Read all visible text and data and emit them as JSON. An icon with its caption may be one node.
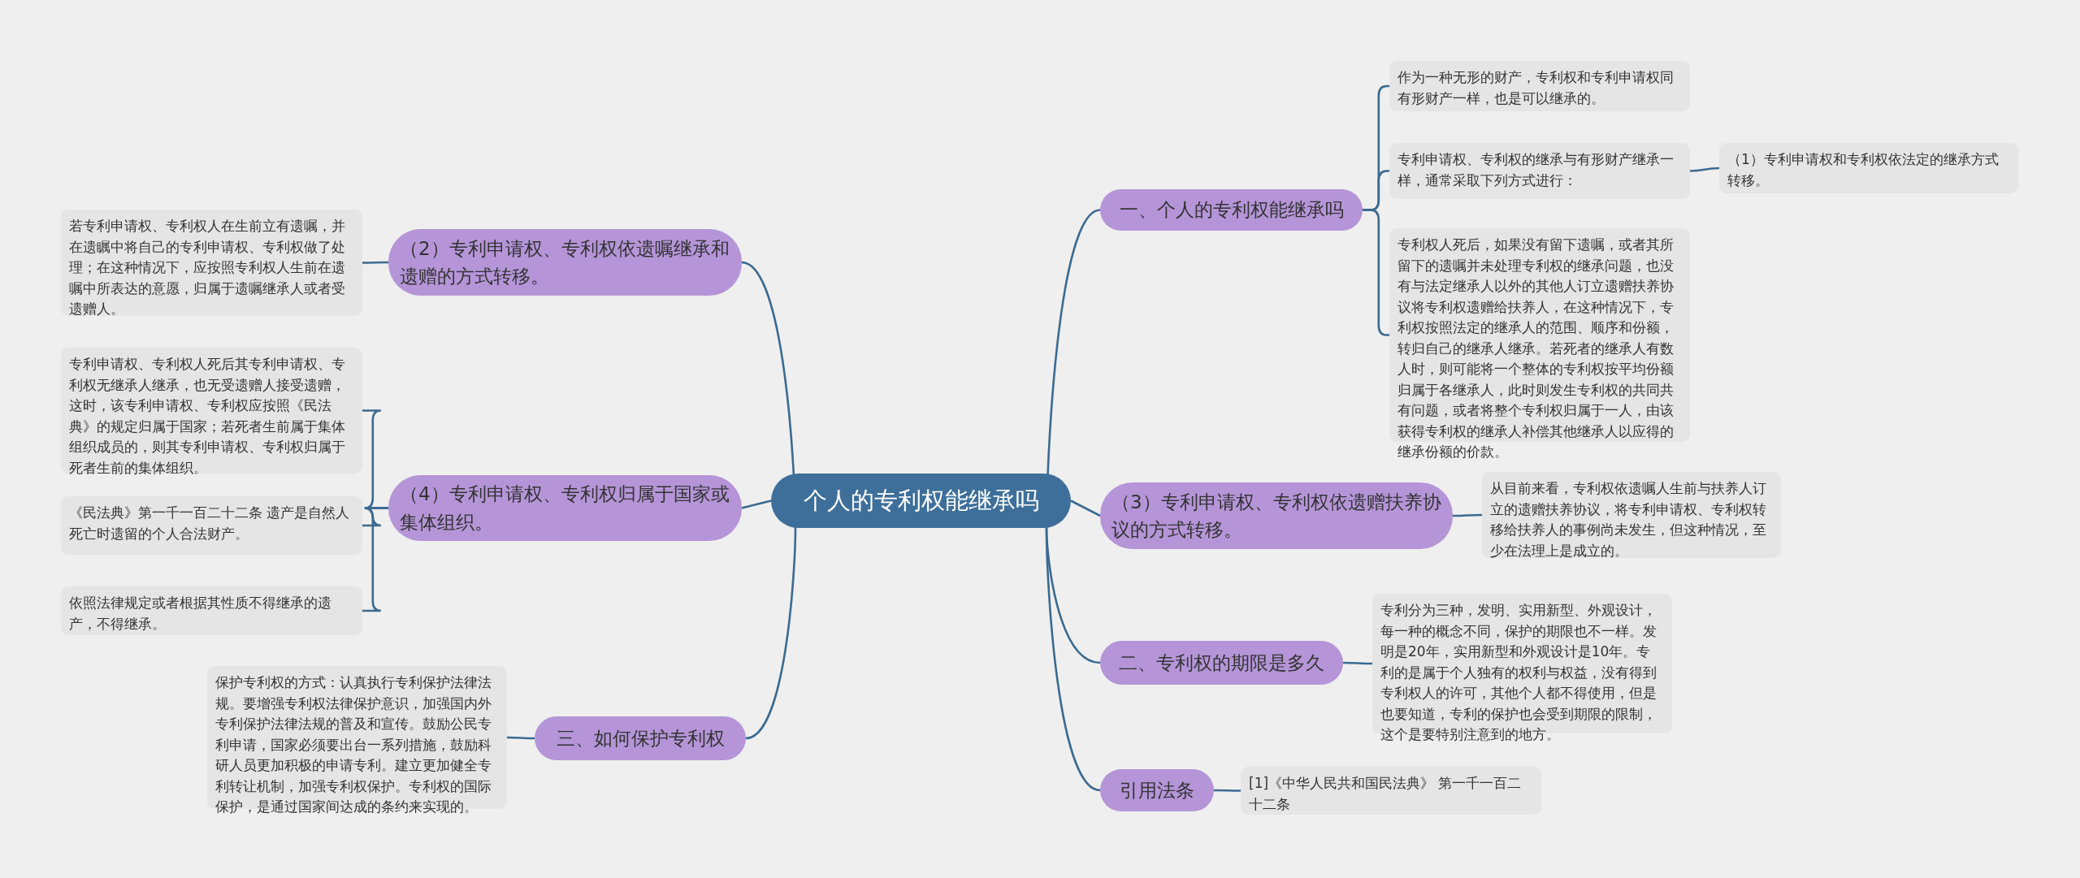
{
  "diagram": {
    "nodes": [
      {
        "text": [
          "个人的专利权能继承吗"
        ]
      },
      {
        "text": [
          "一、个人的专利权能继承吗"
        ]
      },
      {
        "text": [
          "作为一种无形的财产，专利权和专利申请权同有形财产一样，也是可以继承的。"
        ]
      },
      {
        "text": [
          "专利申请权、专利权的继承与有形财产继承一样，通常采取下列方式进行："
        ]
      },
      {
        "text": [
          "（1）专利申请权和专利权依法定的继承方式转移。"
        ]
      },
      {
        "text": [
          "专利权人死后，如果没有留下遗嘱，或者其所留下的遗嘱并未处理专利权的继承问题，也没有与法定继承人以外的其他人订立遗赠扶养协议将专利权遗赠给扶养人，在这种情况下，专利权按照法定的继承人的范围、顺序和份额，转归自己的继承人继承。若死者的继承人有数人时，则可能将一个整体的专利权按平均份额归属于各继承人，此时则发生专利权的共同共有问题，或者将整个专利权归属于一人，由该获得专利权的继承人补偿其他继承人以应得的继承份额的价款。"
        ]
      },
      {
        "text": [
          "（3）专利申请权、专利权依遗赠扶养协议的方式转移。"
        ]
      },
      {
        "text": [
          "从目前来看，专利权依遗嘱人生前与扶养人订立的遗赠扶养协议，将专利申请权、专利权转移给扶养人的事例尚未发生，但这种情况，至少在法理上是成立的。"
        ]
      },
      {
        "text": [
          "二、专利权的期限是多久"
        ]
      },
      {
        "text": [
          "专利分为三种，发明、实用新型、外观设计，每一种的概念不同，保护的期限也不一样。发明是20年，实用新型和外观设计是10年。专利的是属于个人独有的权利与权益，没有得到专利权人的许可，其他个人都不得使用，但是也要知道，专利的保护也会受到期限的限制，这个是要特别注意到的地方。"
        ]
      },
      {
        "text": [
          "引用法条"
        ]
      },
      {
        "text": [
          "[1]《中华人民共和国民法典》 第一千一百二十二条"
        ]
      },
      {
        "text": [
          "（2）专利申请权、专利权依遗嘱继承和遗赠的方式转移。"
        ]
      },
      {
        "text": [
          "若专利申请权、专利权人在生前立有遗嘱，并在遗瞩中将自己的专利申请权、专利权做了处理；在这种情况下，应按照专利权人生前在遗嘱中所表达的意愿，归属于遗嘱继承人或者受遗赠人。"
        ]
      },
      {
        "text": [
          "（4）专利申请权、专利权归属于国家或集体组织。"
        ]
      },
      {
        "text": [
          "专利申请权、专利权人死后其专利申请权、专利权无继承人继承，也无受遗赠人接受遗赠，这时，该专利申请权、专利权应按照《民法典》的规定归属于国家；若死者生前属于集体组织成员的，则其专利申请权、专利权归属于死者生前的集体组织。"
        ]
      },
      {
        "text": [
          "《民法典》第一千一百二十二条 遗产是自然人死亡时遗留的个人合法财产。"
        ]
      },
      {
        "text": [
          "依照法律规定或者根据其性质不得继承的遗产，不得继承。"
        ]
      },
      {
        "text": [
          "三、如何保护专利权"
        ]
      },
      {
        "text": [
          "保护专利权的方式：认真执行专利保护法律法规。要增强专利权法律保护意识，加强国内外专利保护法律法规的普及和宣传。鼓励公民专利申请，国家必须要出台一系列措施，鼓励科研人员更加积极的申请专利。建立更加健全专利转让机制，加强专利权保护。专利权的国际保护，是通过国家间达成的条约来实现的。"
        ]
      }
    ],
    "edges": [
      {
        "from": 0,
        "to": 1,
        "arrow": "none"
      },
      {
        "from": 1,
        "to": 2,
        "arrow": "none"
      },
      {
        "from": 1,
        "to": 3,
        "arrow": "none"
      },
      {
        "from": 3,
        "to": 4,
        "arrow": "none"
      },
      {
        "from": 1,
        "to": 5,
        "arrow": "none"
      },
      {
        "from": 0,
        "to": 6,
        "arrow": "none"
      },
      {
        "from": 6,
        "to": 7,
        "arrow": "none"
      },
      {
        "from": 0,
        "to": 8,
        "arrow": "none"
      },
      {
        "from": 8,
        "to": 9,
        "arrow": "none"
      },
      {
        "from": 0,
        "to": 10,
        "arrow": "none"
      },
      {
        "from": 10,
        "to": 11,
        "arrow": "none"
      },
      {
        "from": 0,
        "to": 12,
        "arrow": "none"
      },
      {
        "from": 12,
        "to": 13,
        "arrow": "none"
      },
      {
        "from": 0,
        "to": 14,
        "arrow": "none"
      },
      {
        "from": 14,
        "to": 15,
        "arrow": "none"
      },
      {
        "from": 14,
        "to": 16,
        "arrow": "none"
      },
      {
        "from": 14,
        "to": 17,
        "arrow": "none"
      },
      {
        "from": 0,
        "to": 18,
        "arrow": "none"
      },
      {
        "from": 18,
        "to": 19,
        "arrow": "none"
      }
    ]
  }
}
